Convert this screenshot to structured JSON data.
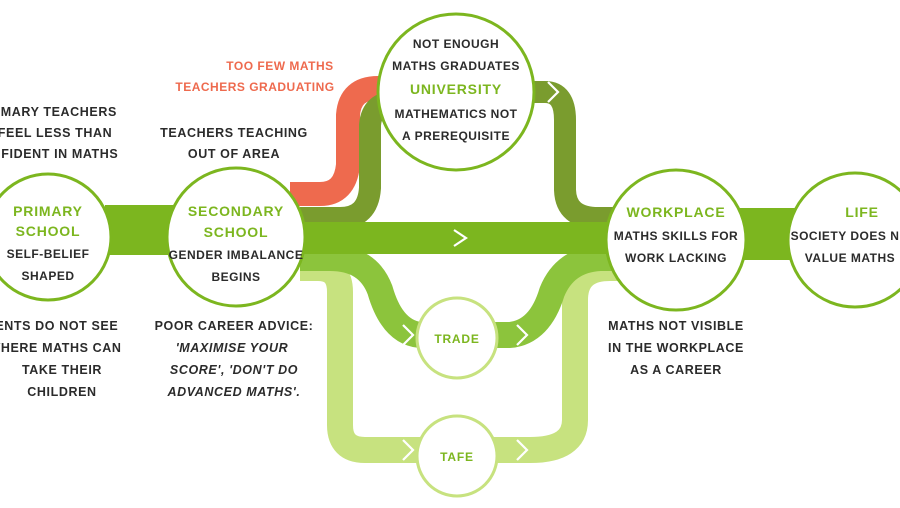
{
  "colors": {
    "dark_green": "#7a9c2e",
    "mid_green": "#8cc43c",
    "light_green": "#c7e27f",
    "bright_green": "#7cb61f",
    "red": "#ee6a4e",
    "text": "#2b2b2b"
  },
  "nodes": {
    "primary": {
      "title_1": "PRIMARY",
      "title_2": "SCHOOL",
      "line_1": "SELF-BELIEF",
      "line_2": "SHAPED"
    },
    "secondary": {
      "title_1": "SECONDARY",
      "title_2": "SCHOOL",
      "line_1": "GENDER IMBALANCE",
      "line_2": "BEGINS"
    },
    "university": {
      "line_1": "NOT ENOUGH",
      "line_2": "MATHS GRADUATES",
      "title": "UNIVERSITY",
      "line_3": "MATHEMATICS NOT",
      "line_4": "A PREREQUISITE"
    },
    "workplace": {
      "title": "WORKPLACE",
      "line_1": "MATHS SKILLS FOR",
      "line_2": "WORK LACKING"
    },
    "life": {
      "title": "LIFE",
      "line_1": "SOCIETY DOES N",
      "line_2": "VALUE MATHS"
    },
    "trade": {
      "title": "TRADE"
    },
    "tafe": {
      "title": "TAFE"
    }
  },
  "notes": {
    "primary_top": [
      "RIMARY TEACHERS",
      "FEEL LESS THAN",
      "NFIDENT IN MATHS"
    ],
    "primary_bottom": [
      "RENTS DO NOT SEE",
      "WHERE MATHS CAN",
      "TAKE THEIR",
      "CHILDREN"
    ],
    "secondary_top": [
      "TEACHERS TEACHING",
      "OUT OF AREA"
    ],
    "secondary_bottom": [
      "POOR CAREER ADVICE:",
      "'MAXIMISE YOUR",
      "SCORE', 'DON'T DO",
      "ADVANCED MATHS'."
    ],
    "red_note": [
      "TOO FEW MATHS",
      "TEACHERS GRADUATING"
    ],
    "workplace_bottom": [
      "MATHS NOT VISIBLE",
      "IN THE WORKPLACE",
      "AS A CAREER"
    ]
  }
}
